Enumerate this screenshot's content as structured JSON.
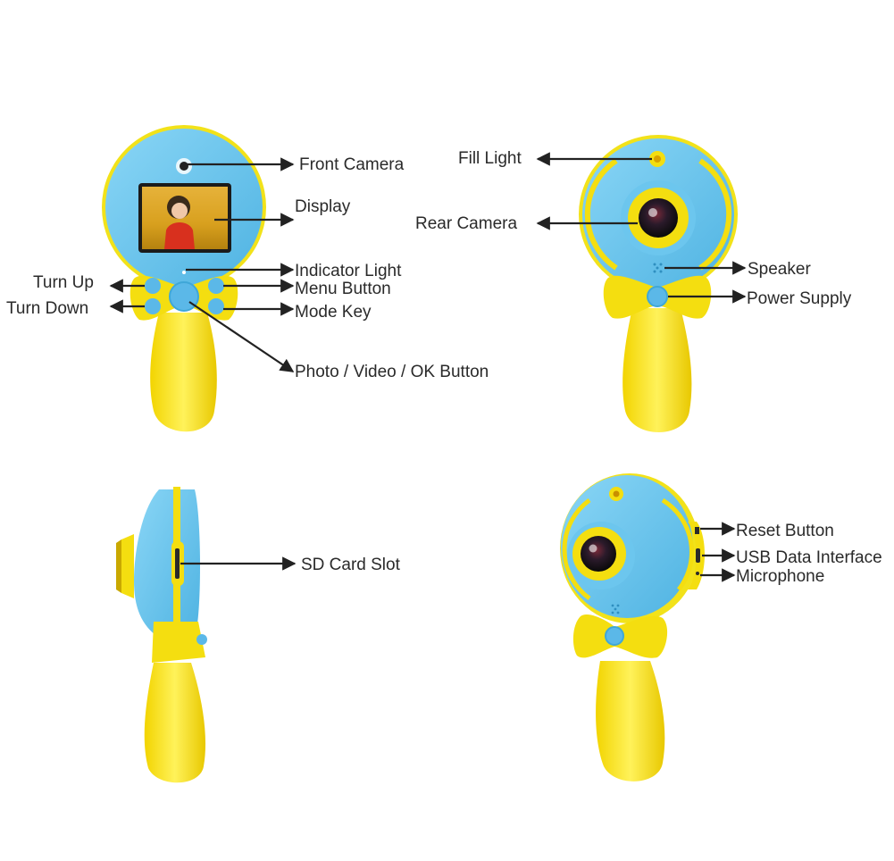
{
  "colors": {
    "body_blue": "#6cc6ee",
    "body_blue_dark": "#3fa7d8",
    "accent_yellow": "#f7e21f",
    "accent_yellow_dark": "#e6c400",
    "lens_black": "#1a1a1a",
    "arrow": "#222222"
  },
  "labels": {
    "front_camera": "Front Camera",
    "display": "Display",
    "indicator_light": "Indicator Light",
    "turn_up": "Turn Up",
    "turn_down": "Turn Down",
    "menu_button": "Menu Button",
    "mode_key": "Mode Key",
    "photo_video_ok": "Photo / Video / OK Button",
    "fill_light": "Fill Light",
    "rear_camera": "Rear Camera",
    "speaker": "Speaker",
    "power_supply": "Power Supply",
    "sd_card_slot": "SD Card Slot",
    "reset_button": "Reset Button",
    "usb_data_interface": "USB Data Interface",
    "microphone": "Microphone"
  }
}
